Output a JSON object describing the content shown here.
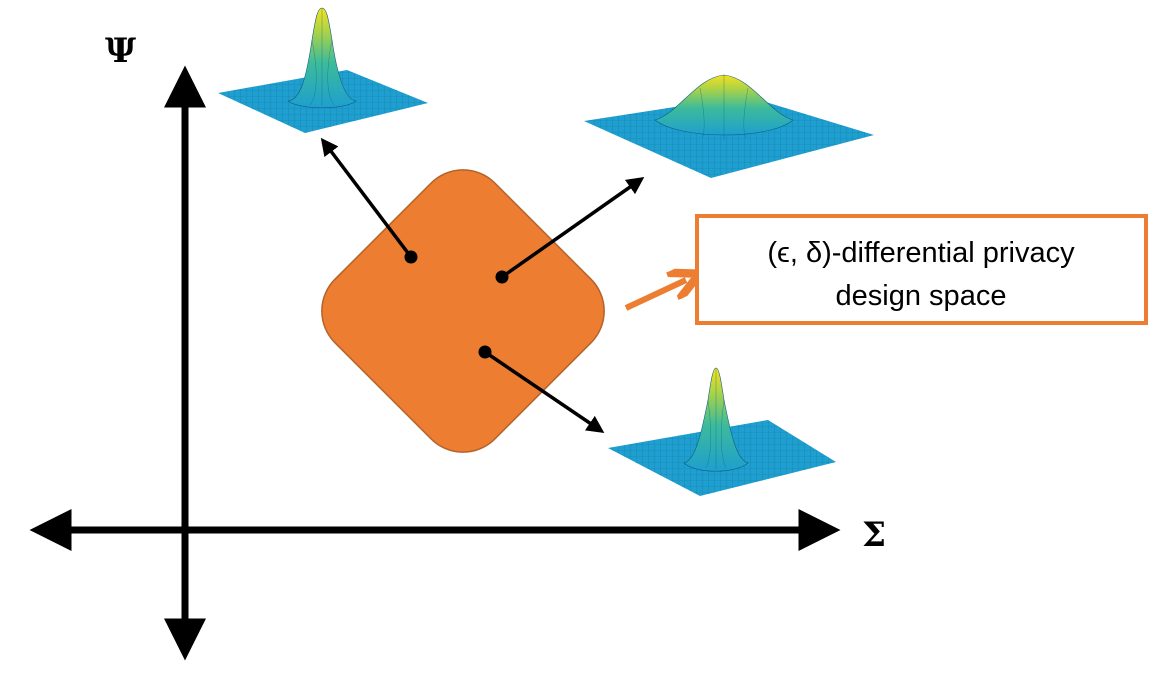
{
  "axes": {
    "vertical_label": "Ψ",
    "horizontal_label": "Σ"
  },
  "region": {
    "callout_line1": "(ϵ, δ)-differential privacy",
    "callout_line2": "design space"
  },
  "colors": {
    "region_fill": "#ED7D31",
    "region_stroke": "#B4622A",
    "callout_border": "#ED7D31",
    "axis": "#000000",
    "surface_base": "#1E9FCF",
    "surface_peak": "#F5E11E"
  },
  "icons": {
    "surface": "gaussian-surface-plot"
  }
}
